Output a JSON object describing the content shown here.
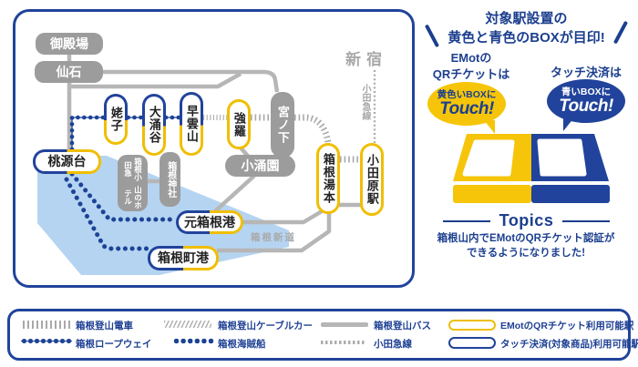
{
  "map": {
    "stations": {
      "gotemba": "御殿場",
      "sengoku": "仙石",
      "ubako": "姥子",
      "owakudani": "大涌谷",
      "sounzan": "早雲山",
      "gora": "強羅",
      "miyanoshita": "宮ノ下",
      "kowakien": "小涌園",
      "yama_hotel_col1": "箱根小田急",
      "yama_hotel_col2": "山のホテル",
      "hakone_jinja": "箱根神社",
      "togendai": "桃源台",
      "motohakone_ko": "元箱根港",
      "hakonemachi_ko": "箱根町港",
      "hakone_yumoto": "箱根湯本",
      "odawara": "小田原駅"
    },
    "labels": {
      "shinjuku": "新宿",
      "odakyu_line": "小田急線",
      "hakone_shindo": "箱根新道"
    }
  },
  "info": {
    "title_line1": "対象駅設置の",
    "title_line2": "黄色と青色のBOXが目印!",
    "qr_label_line1": "EMotの",
    "qr_label_line2": "QRチケットは",
    "touch_label": "タッチ決済は",
    "yellow_bubble": {
      "line1": "黄色いBOXに",
      "line2": "Touch!"
    },
    "blue_bubble": {
      "line1": "青いBOXに",
      "line2": "Touch!"
    },
    "topics_title": "Topics",
    "topics_line1": "箱根山内でEMotのQRチケット認証が",
    "topics_line2": "できるようになりました!"
  },
  "legend": {
    "items": [
      {
        "label": "箱根登山電車",
        "swatch": "tozan-train-line"
      },
      {
        "label": "箱根登山ケーブルカー",
        "swatch": "tozan-cablecar-line"
      },
      {
        "label": "箱根登山バス",
        "swatch": "tozan-bus-line"
      },
      {
        "label": "EMotのQRチケット利用可能駅",
        "swatch": "emot-qr-station-outline"
      },
      {
        "label": "箱根ロープウェイ",
        "swatch": "ropeway-line"
      },
      {
        "label": "箱根海賊船",
        "swatch": "pirate-ship-line"
      },
      {
        "label": "小田急線",
        "swatch": "odakyu-line"
      },
      {
        "label": "タッチ決済(対象商品)利用可能駅",
        "swatch": "touch-payment-station-outline"
      }
    ]
  },
  "colors": {
    "dark_blue": "#1c3f8f",
    "yellow": "#f0be00",
    "gray_box": "#9c9c9c",
    "gray_line": "#b6b6b6",
    "lake_blue": "#b5d4f1",
    "dot_blue": "#1c4396"
  }
}
